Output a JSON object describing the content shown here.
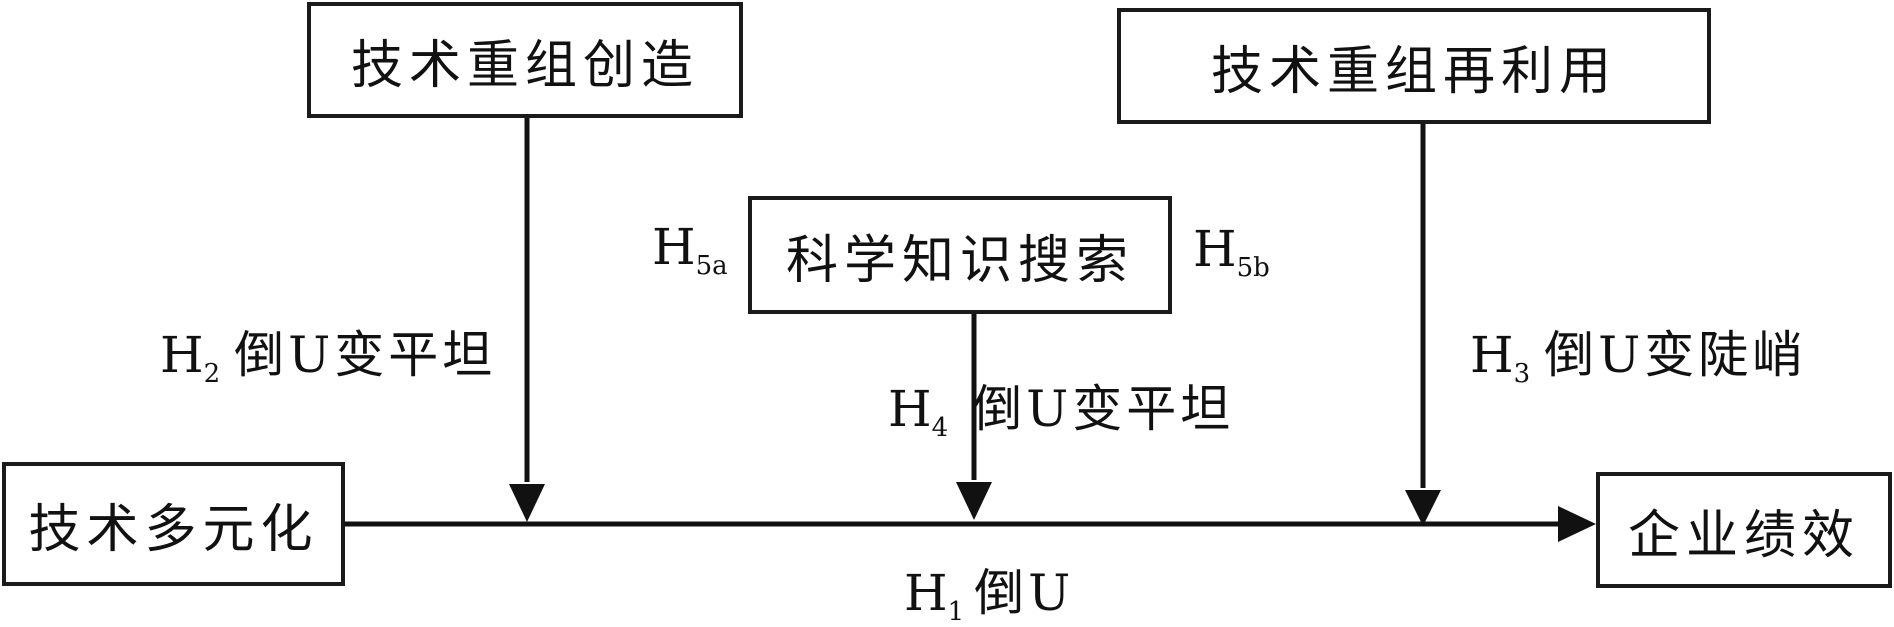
{
  "nodes": {
    "tech_recombination_creation": "技术重组创造",
    "tech_recombination_reuse": "技术重组再利用",
    "scientific_knowledge_search": "科学知识搜索",
    "tech_diversification": "技术多元化",
    "firm_performance": "企业绩效"
  },
  "hypotheses": {
    "h1": {
      "letter": "H",
      "sub": "1",
      "effect": "倒U"
    },
    "h2": {
      "letter": "H",
      "sub": "2",
      "effect": "倒U变平坦"
    },
    "h3": {
      "letter": "H",
      "sub": "3",
      "effect": "倒U变陡峭"
    },
    "h4": {
      "letter": "H",
      "sub": "4",
      "effect": "倒U变平坦"
    },
    "h5a": {
      "letter": "H",
      "sub": "5a"
    },
    "h5b": {
      "letter": "H",
      "sub": "5b"
    }
  },
  "colors": {
    "line": "#111111",
    "box_border": "#1a1a1a",
    "text": "#111111"
  }
}
